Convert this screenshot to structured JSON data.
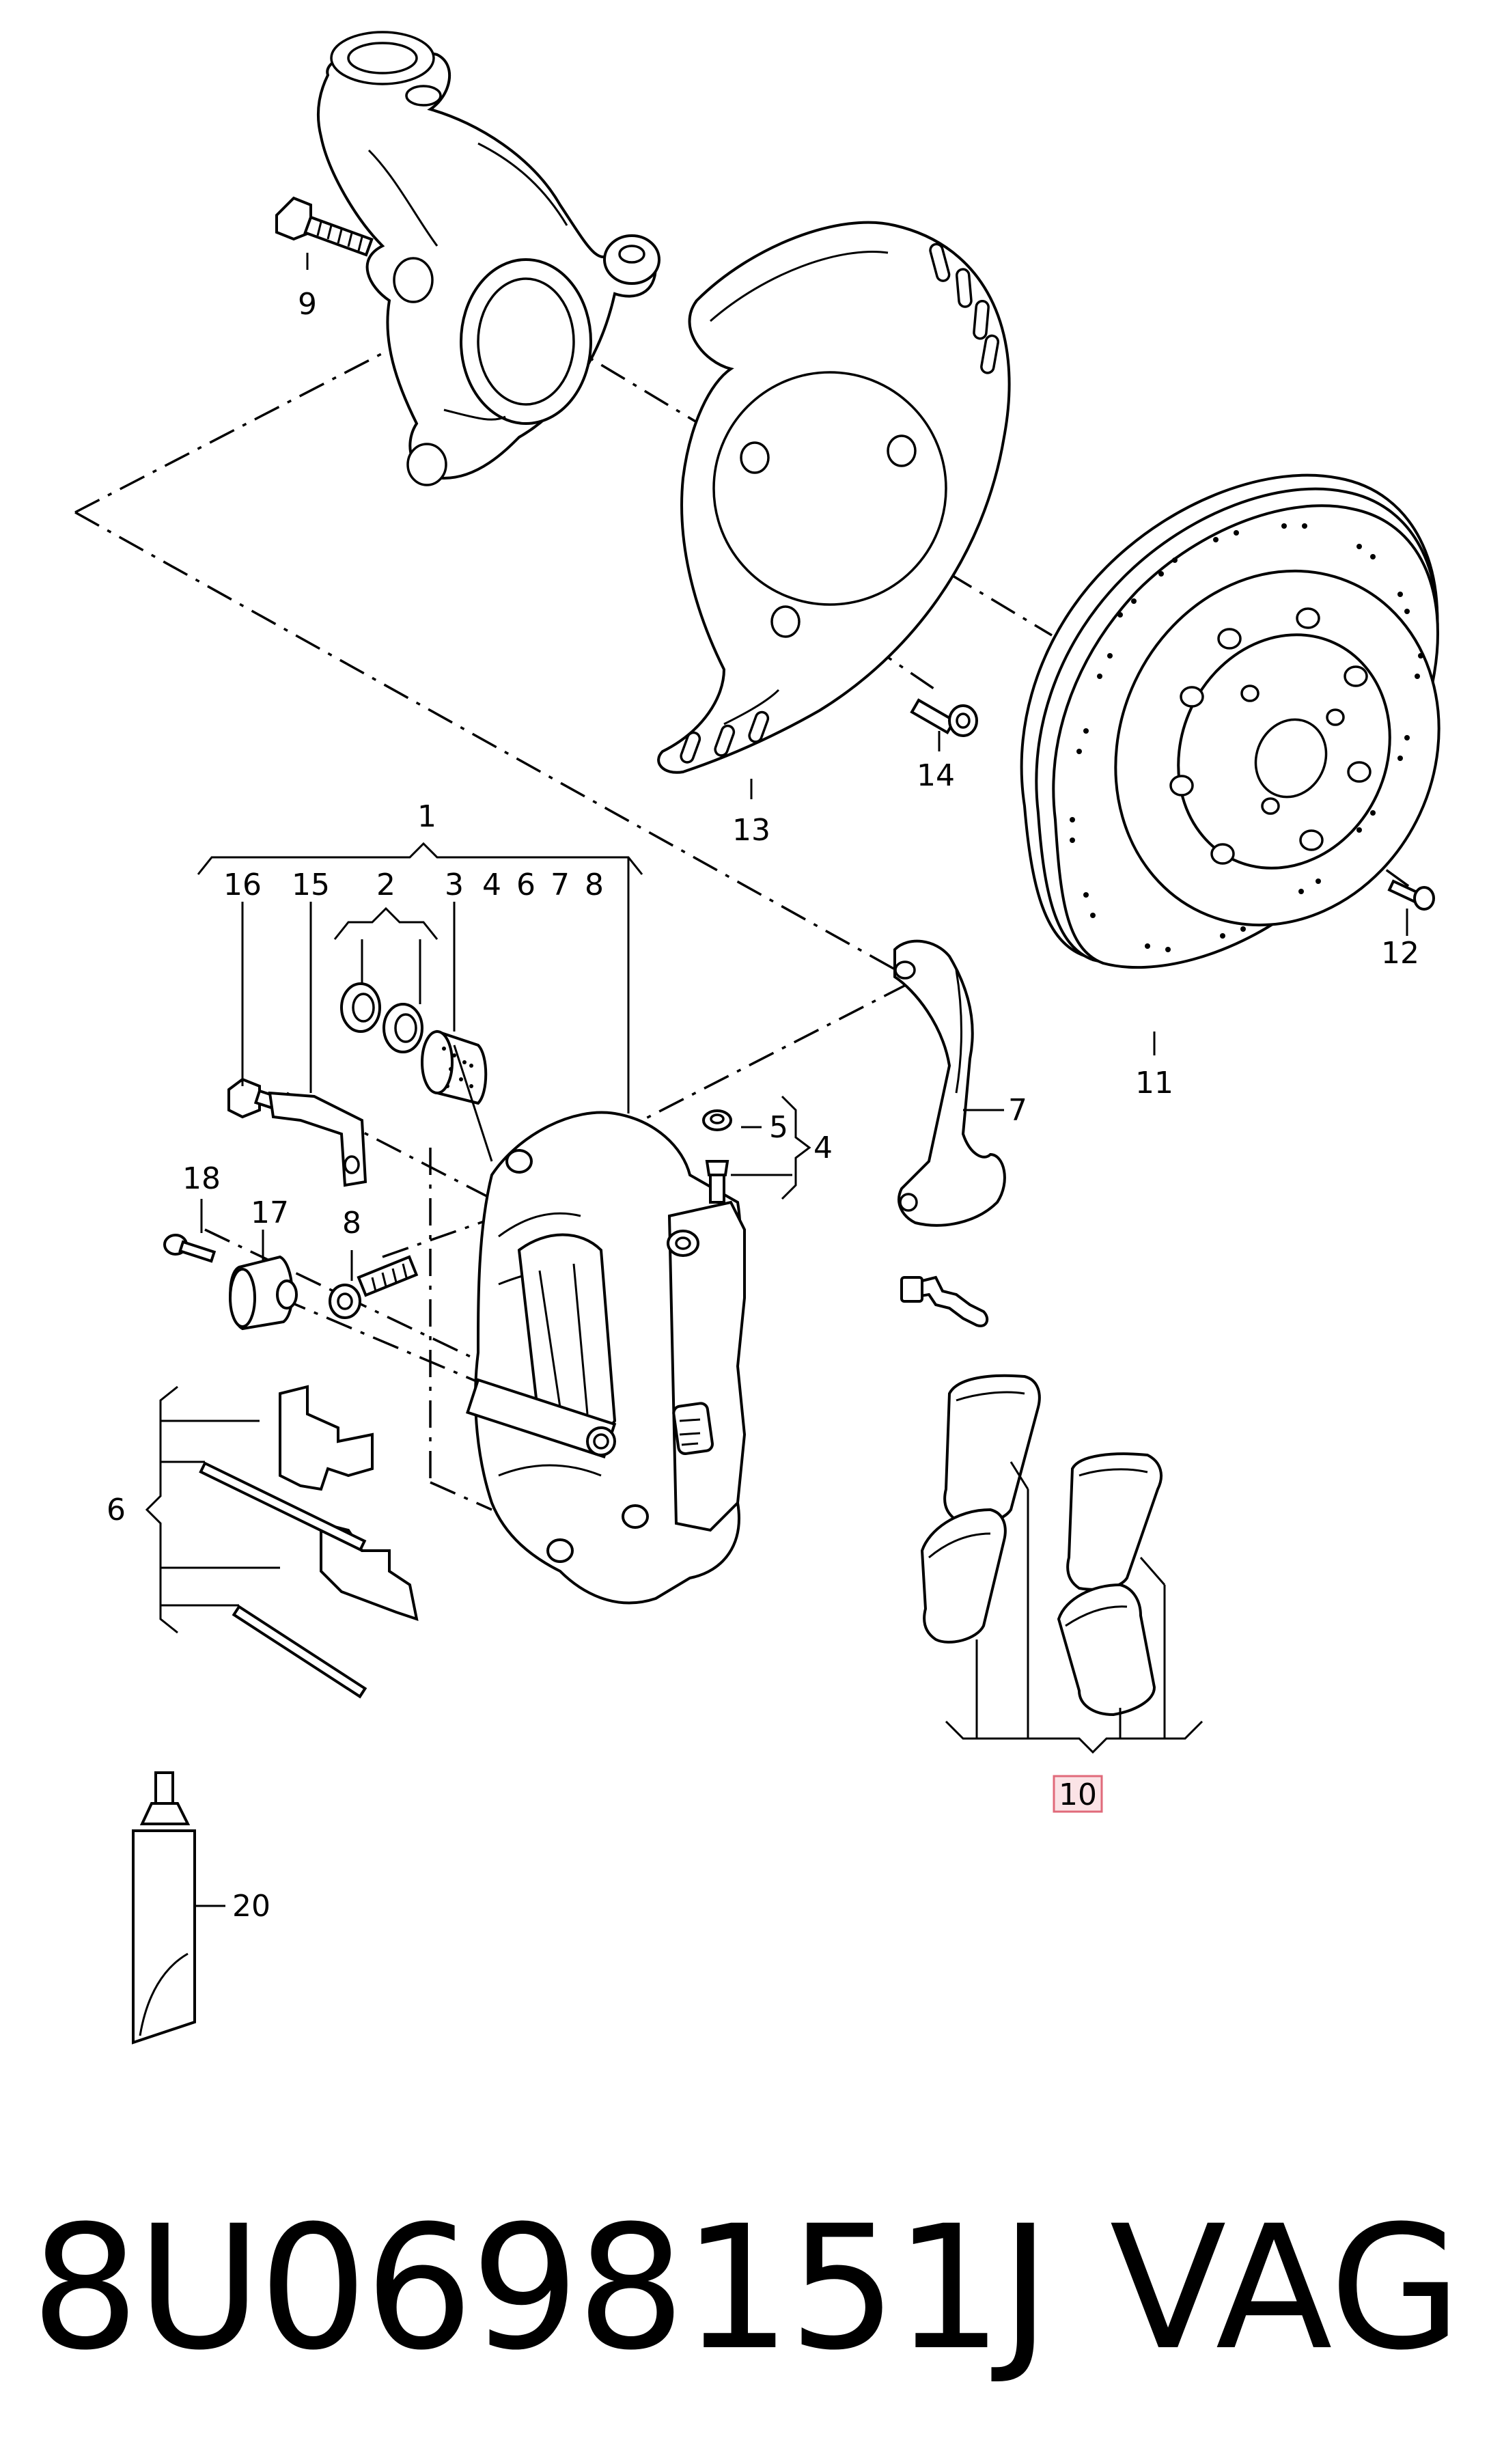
{
  "callouts": {
    "c1": "1",
    "c2": "2",
    "c3": "3",
    "c4a": "4",
    "c4b": "4",
    "c5": "5",
    "c6a": "6",
    "c6b": "6",
    "c7a": "7",
    "c7b": "7",
    "c8a": "8",
    "c8b": "8",
    "c9": "9",
    "c10": "10",
    "c11": "11",
    "c12": "12",
    "c13": "13",
    "c14": "14",
    "c15": "15",
    "c16": "16",
    "c17": "17",
    "c18": "18",
    "c20": "20"
  },
  "highlighted_callout": "10",
  "highlight_color": "#e06a7a",
  "footer": {
    "part_number": "8U0698151J",
    "brand": "VAG"
  }
}
